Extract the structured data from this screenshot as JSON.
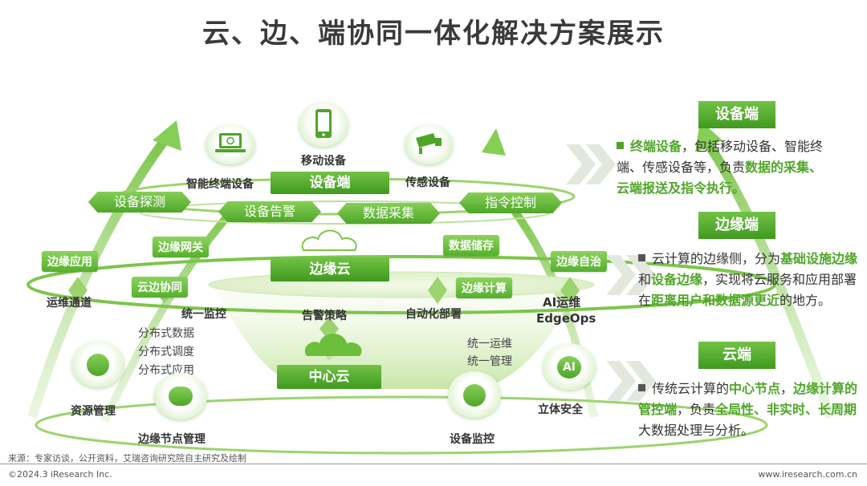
{
  "title": "云、边、端协同一体化解决方案展示",
  "diagram": {
    "device_icons": {
      "terminal": "智能终端设备",
      "mobile": "移动设备",
      "sensor": "传感设备"
    },
    "device_layer_label": "设备端",
    "device_band": {
      "detect": "设备探测",
      "alert": "设备告警",
      "collect": "数据采集",
      "command": "指令控制"
    },
    "edge_layer_label": "边缘云",
    "edge_pills": {
      "app": "边缘应用",
      "gateway": "边缘网关",
      "cloud_edge": "云边协同",
      "storage": "数据储存",
      "compute": "边缘计算",
      "autonomy": "边缘自治"
    },
    "edge_ring_labels": {
      "ops_channel": "运维通道",
      "monitor": "统一监控",
      "alert_policy": "告警策略",
      "auto_deploy": "自动化部署",
      "ai_ops": "AI运维",
      "edge_ops": "EdgeOps"
    },
    "center_layer_label": "中心云",
    "distributed": [
      "分布式数据",
      "分布式调度",
      "分布式应用"
    ],
    "unified": [
      "统一运维",
      "统一管理"
    ],
    "bottom_labels": {
      "resource": "资源管理",
      "edge_node": "边缘节点管理",
      "device_monitor": "设备监控",
      "security": "立体安全"
    },
    "ai_icon_text": "AI"
  },
  "right_panel": {
    "device": {
      "heading": "设备端",
      "parts": [
        {
          "t": "终端设备",
          "h": true
        },
        {
          "t": "，包括移动设备、智能终端、传感设备等，负责",
          "h": false
        },
        {
          "t": "数据的采集、云端报送及指令执行。",
          "h": true
        }
      ]
    },
    "edge": {
      "heading": "边缘端",
      "parts": [
        {
          "t": "云计算的边缘侧，分为",
          "h": false
        },
        {
          "t": "基础设施边缘",
          "h": true
        },
        {
          "t": "和",
          "h": false
        },
        {
          "t": "设备边缘",
          "h": true
        },
        {
          "t": "，实现将云服务和应用部署在",
          "h": false
        },
        {
          "t": "距离用户和数据源更近",
          "h": true
        },
        {
          "t": "的地方。",
          "h": false
        }
      ]
    },
    "cloud": {
      "heading": "云端",
      "parts": [
        {
          "t": "传统云计算的",
          "h": false
        },
        {
          "t": "中心节点",
          "h": true
        },
        {
          "t": "，",
          "h": false
        },
        {
          "t": "边缘计算的管控端",
          "h": true
        },
        {
          "t": "，负责",
          "h": false
        },
        {
          "t": "全局性、非实时、长周期",
          "h": true
        },
        {
          "t": "大数据处理与分析。",
          "h": false
        }
      ]
    }
  },
  "footer": {
    "source": "来源：专家访谈，公开资料，艾瑞咨询研究院自主研究及绘制",
    "copyright": "©2024.3 iResearch Inc.",
    "website": "www.iresearch.com.cn"
  },
  "colors": {
    "accent": "#4ea627",
    "light": "#86cf57",
    "title": "#3a3a3a"
  }
}
